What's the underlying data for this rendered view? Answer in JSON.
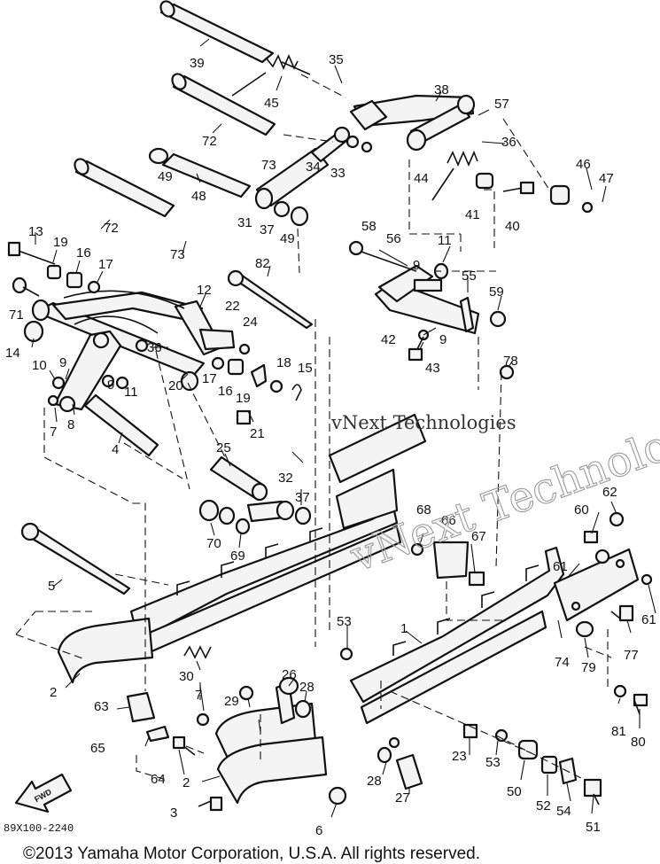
{
  "diagram_code": "89X100-2240",
  "copyright": "©2013 Yamaha Motor Corporation, U.S.A. All rights reserved.",
  "watermark_primary": "vNext Technologies",
  "watermark_secondary": "vNext Technologies",
  "fwd_label": "FWD",
  "callouts": [
    "1",
    "2",
    "2",
    "3",
    "4",
    "5",
    "6",
    "7",
    "7",
    "8",
    "9",
    "9",
    "9",
    "9",
    "10",
    "11",
    "11",
    "12",
    "13",
    "14",
    "15",
    "16",
    "16",
    "17",
    "17",
    "18",
    "19",
    "19",
    "20",
    "21",
    "22",
    "23",
    "24",
    "25",
    "26",
    "27",
    "28",
    "28",
    "29",
    "30",
    "31",
    "32",
    "33",
    "34",
    "35",
    "36",
    "36",
    "37",
    "37",
    "38",
    "39",
    "40",
    "41",
    "42",
    "43",
    "44",
    "45",
    "46",
    "47",
    "48",
    "49",
    "49",
    "50",
    "51",
    "52",
    "53",
    "53",
    "54",
    "55",
    "56",
    "57",
    "58",
    "59",
    "60",
    "61",
    "61",
    "62",
    "63",
    "64",
    "65",
    "66",
    "67",
    "68",
    "69",
    "70",
    "71",
    "72",
    "72",
    "73",
    "73",
    "74",
    "77",
    "78",
    "79",
    "80",
    "81",
    "82"
  ]
}
